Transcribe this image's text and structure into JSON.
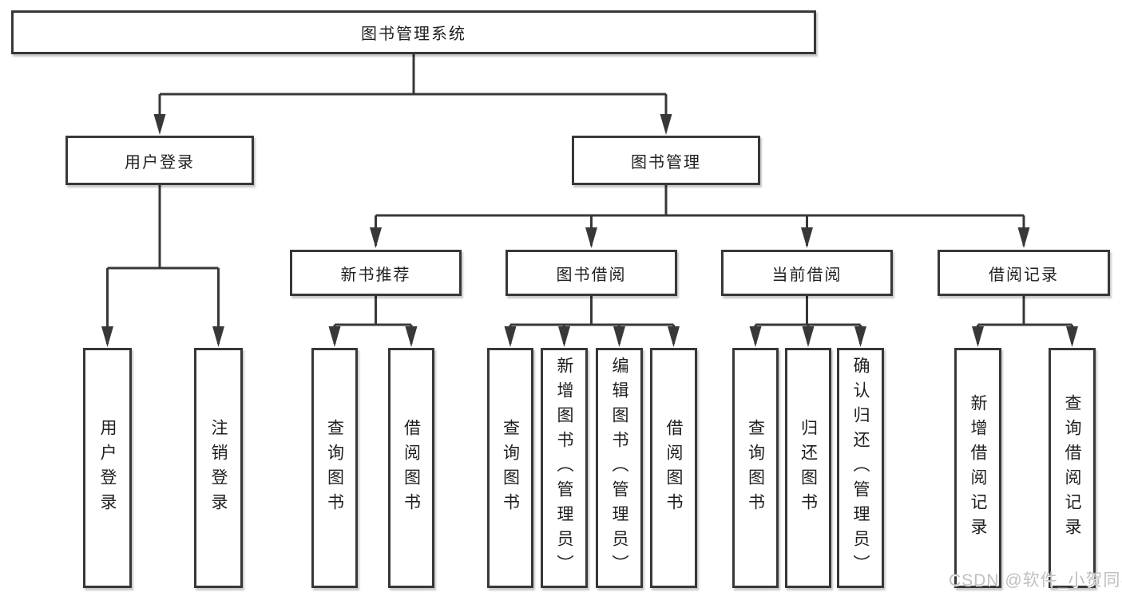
{
  "tree": {
    "label": "图书管理系统",
    "children": [
      {
        "label": "用户登录",
        "children": [
          {
            "label": "用户登录"
          },
          {
            "label": "注销登录"
          }
        ]
      },
      {
        "label": "图书管理",
        "children": [
          {
            "label": "新书推荐",
            "children": [
              {
                "label": "查询图书"
              },
              {
                "label": "借阅图书"
              }
            ]
          },
          {
            "label": "图书借阅",
            "children": [
              {
                "label": "查询图书"
              },
              {
                "label": "新增图书（管理员）"
              },
              {
                "label": "编辑图书（管理员）"
              },
              {
                "label": "借阅图书"
              }
            ]
          },
          {
            "label": "当前借阅",
            "children": [
              {
                "label": "查询图书"
              },
              {
                "label": "归还图书"
              },
              {
                "label": "确认归还（管理员）"
              }
            ]
          },
          {
            "label": "借阅记录",
            "children": [
              {
                "label": "新增借阅记录"
              },
              {
                "label": "查询借阅记录"
              }
            ]
          }
        ]
      }
    ]
  },
  "watermark": "CSDN @软件_小贺同学",
  "colors": {
    "line": "#383838",
    "box_border": "#383838",
    "box_background": "#ffffff",
    "text": "#1f1f1f",
    "watermark": "#c0c0c0"
  }
}
